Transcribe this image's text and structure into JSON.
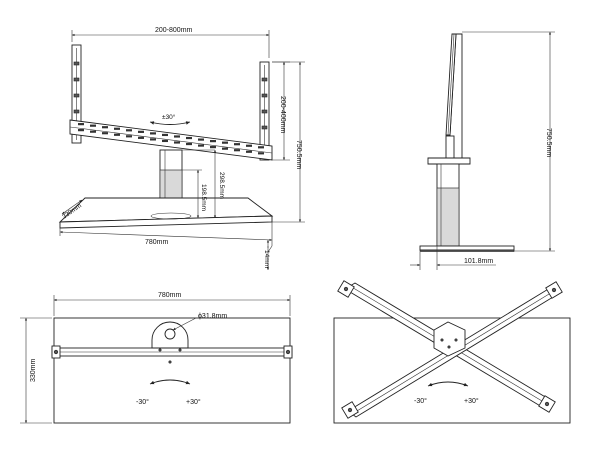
{
  "labels": {
    "front_width": "200-800mm",
    "front_height": "200-400mm",
    "total_height_front": "750.5mm",
    "tilt": "±30°",
    "post_height": "298.5mm",
    "post_lower": "198.5mm",
    "base_depth": "330mm",
    "base_width": "780mm",
    "base_thickness": "14mm",
    "side_height": "750.5mm",
    "side_offset": "101.8mm",
    "top_width": "780mm",
    "top_depth": "330mm",
    "hole_dia": "ϕ31.8mm",
    "rot_left_a": "-30°",
    "rot_right_a": "+30°",
    "rot_left_b": "-30°",
    "rot_right_b": "+30°"
  }
}
